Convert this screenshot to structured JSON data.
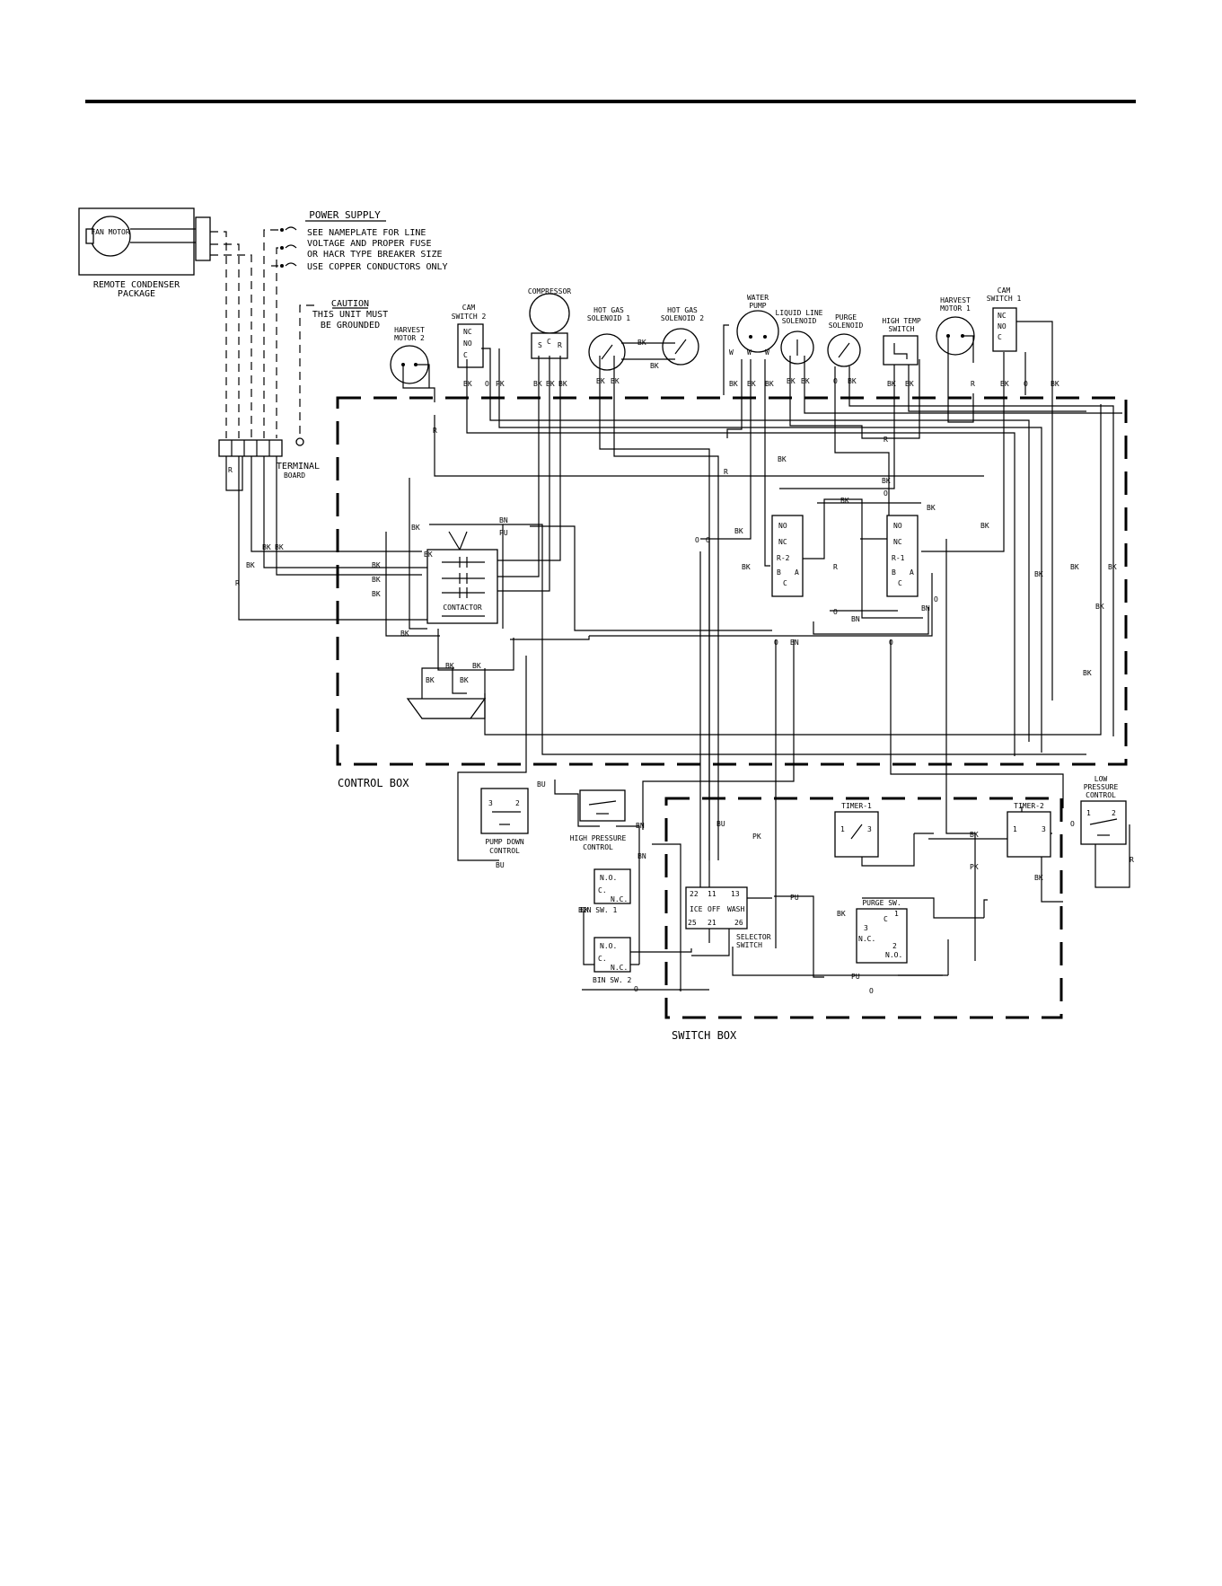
{
  "labels": {
    "fan_motor": "FAN MOTOR",
    "remote_condenser": "REMOTE CONDENSER",
    "package": "PACKAGE",
    "power_supply": "POWER SUPPLY",
    "ps_line1": "SEE NAMEPLATE FOR LINE",
    "ps_line2": "VOLTAGE AND PROPER FUSE",
    "ps_line3": "OR HACR TYPE BREAKER SIZE",
    "ps_line4": "USE COPPER CONDUCTORS ONLY",
    "caution": "CAUTION",
    "caution_line1": "THIS UNIT MUST",
    "caution_line2": "BE GROUNDED",
    "terminal": "TERMINAL",
    "board": "BOARD",
    "harvest_motor_2_a": "HARVEST",
    "harvest_motor_2_b": "MOTOR 2",
    "cam_switch_2_a": "CAM",
    "cam_switch_2_b": "SWITCH 2",
    "compressor": "COMPRESSOR",
    "hot_gas_1_a": "HOT GAS",
    "hot_gas_1_b": "SOLENOID 1",
    "hot_gas_2_a": "HOT GAS",
    "hot_gas_2_b": "SOLENOID 2",
    "water_pump_a": "WATER",
    "water_pump_b": "PUMP",
    "liquid_line_a": "LIQUID LINE",
    "liquid_line_b": "SOLENOID",
    "purge_sol_a": "PURGE",
    "purge_sol_b": "SOLENOID",
    "high_temp_a": "HIGH TEMP",
    "high_temp_b": "SWITCH",
    "harvest_motor_1_a": "HARVEST",
    "harvest_motor_1_b": "MOTOR 1",
    "cam_switch_1_a": "CAM",
    "cam_switch_1_b": "SWITCH 1",
    "contactor": "CONTACTOR",
    "control_box": "CONTROL BOX",
    "switch_box": "SWITCH BOX",
    "pump_down_a": "PUMP DOWN",
    "pump_down_b": "CONTROL",
    "high_pressure_a": "HIGH PRESSURE",
    "high_pressure_b": "CONTROL",
    "bin_sw_1": "BIN SW. 1",
    "bin_sw_2": "BIN SW. 2",
    "selector_a": "SELECTOR",
    "selector_b": "SWITCH",
    "timer_1": "TIMER-1",
    "timer_2": "TIMER-2",
    "purge_sw": "PURGE SW.",
    "low_pressure_a": "LOW",
    "low_pressure_b": "PRESSURE",
    "low_pressure_c": "CONTROL",
    "relay_1": "R-1",
    "relay_2": "R-2",
    "no": "NO",
    "nc": "NC",
    "n_o": "N.O.",
    "n_c": "N.C.",
    "c": "C",
    "c_dot": "C.",
    "b": "B",
    "a": "A",
    "s": "S",
    "r": "R",
    "ice": "ICE",
    "off": "OFF",
    "wash": "WASH",
    "t22": "22",
    "t11": "11",
    "t13": "13",
    "t25": "25",
    "t21": "21",
    "t26": "26",
    "t1": "1",
    "t2": "2",
    "t3": "3"
  },
  "wire_codes": {
    "bk": "BK",
    "o": "O",
    "pk": "PK",
    "r": "R",
    "bn": "BN",
    "pu": "PU",
    "bu": "BU",
    "w": "W"
  }
}
